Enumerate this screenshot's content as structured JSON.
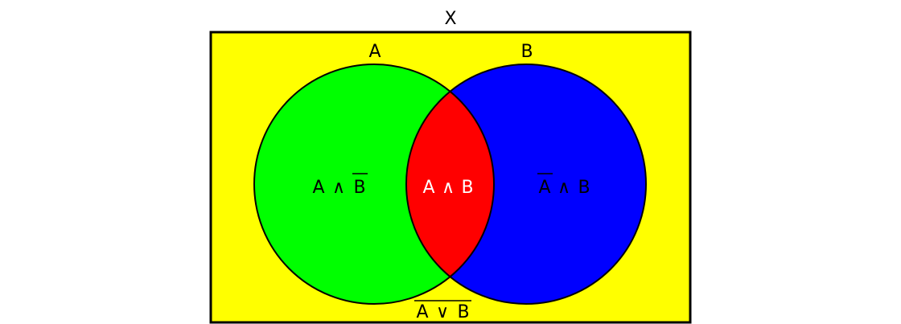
{
  "universe": {
    "label": "X",
    "color": "#ffff00"
  },
  "set_a": {
    "label": "A",
    "color": "#00ff00"
  },
  "set_b": {
    "label": "B",
    "color": "#0000ff"
  },
  "intersection": {
    "color": "#ff0000"
  },
  "regions": {
    "a_only": {
      "left": "A",
      "op": "∧",
      "right": "B",
      "right_negated": true
    },
    "a_and_b": {
      "left": "A",
      "op": "∧",
      "right": "B"
    },
    "b_only": {
      "left": "A",
      "op": "∧",
      "right": "B",
      "left_negated": true
    },
    "neither": {
      "left": "A",
      "op": "∨",
      "right": "B",
      "negated": true
    }
  }
}
